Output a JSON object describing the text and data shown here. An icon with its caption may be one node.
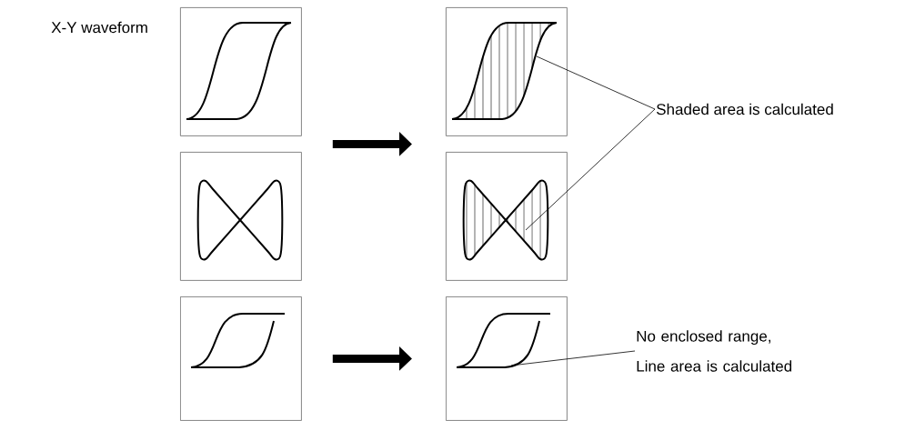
{
  "diagram": {
    "nodes": [
      {
        "text": [],
        "shape": "picture"
      },
      {
        "text": [],
        "shape": "picture"
      },
      {
        "text": [],
        "shape": "picture"
      },
      {
        "text": [],
        "shape": "picture"
      },
      {
        "text": [],
        "shape": "picture"
      },
      {
        "text": [],
        "shape": "picture"
      },
      {
        "text": [
          "Shaded area is calculated"
        ]
      },
      {
        "text": [
          "No enclosed range, Line area is calculated"
        ]
      }
    ],
    "edges": [
      {
        "from": 0,
        "to": 3,
        "arrow": "to",
        "style": "thick"
      },
      {
        "from": 1,
        "to": 4,
        "arrow": "to",
        "style": "thick"
      },
      {
        "from": 2,
        "to": 5,
        "arrow": "to",
        "style": "thick"
      },
      {
        "from": 6,
        "to": 3,
        "arrow": "none"
      },
      {
        "from": 6,
        "to": 4,
        "arrow": "none"
      },
      {
        "from": 7,
        "to": 5,
        "arrow": "none"
      }
    ],
    "labels": [
      "X-Y waveform"
    ]
  }
}
